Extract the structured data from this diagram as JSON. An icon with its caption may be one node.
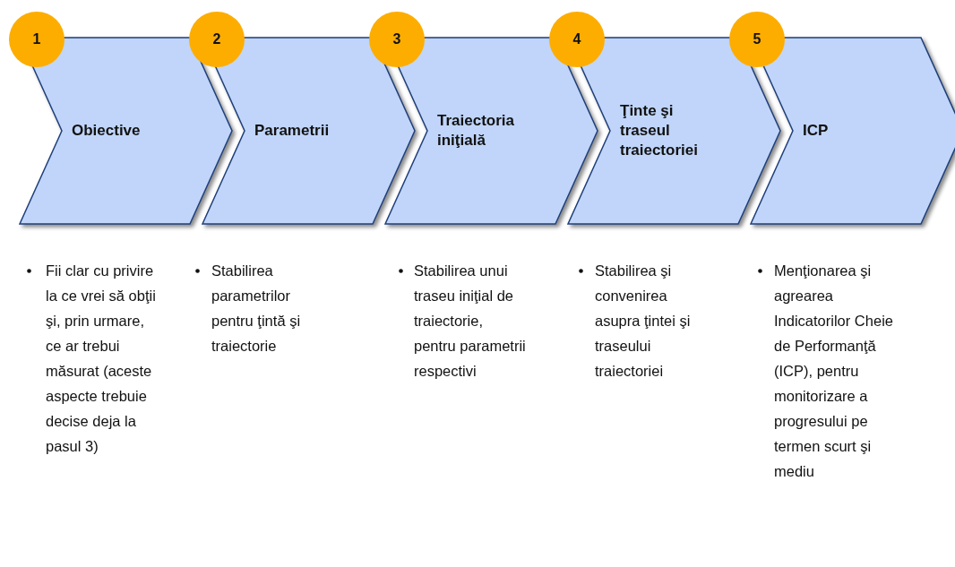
{
  "diagram": {
    "nodes": [
      {
        "text": [
          "Obiective"
        ]
      },
      {
        "text": [
          "Parametrii"
        ]
      },
      {
        "text": [
          "Traiectoria iniţială"
        ]
      },
      {
        "text": [
          "Ţinte şi traseul traiectoriei"
        ]
      },
      {
        "text": [
          "ICP"
        ]
      },
      {
        "text": [
          "1"
        ]
      },
      {
        "text": [
          "2"
        ]
      },
      {
        "text": [
          "3"
        ]
      },
      {
        "text": [
          "4"
        ]
      },
      {
        "text": [
          "5"
        ]
      }
    ],
    "labels": [
      "Fii clar cu privire la ce vrei să obţii şi, prin urmare, ce ar trebui măsurat (aceste aspecte trebuie decise deja la pasul 3)",
      "Stabilirea parametrilor pentru ţintă şi traiectorie",
      "Stabilirea unui traseu iniţial de traiectorie, pentru parametrii respectivi",
      "Stabilirea şi convenirea asupra ţintei şi traseului traiectoriei",
      "Menţionarea şi agrearea Indicatorilor Cheie de Performanţă (ICP), pentru monitorizare a progresului pe termen scurt şi mediu"
    ]
  }
}
